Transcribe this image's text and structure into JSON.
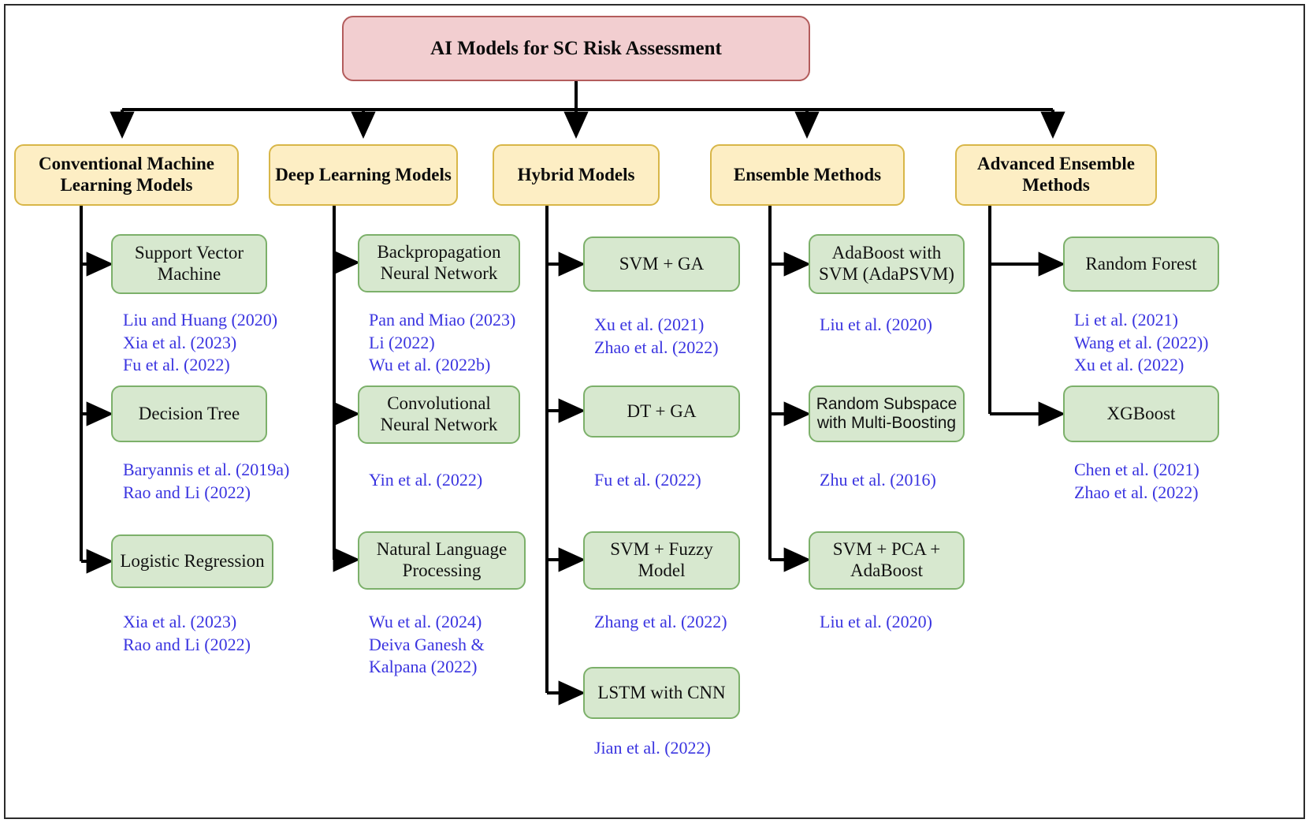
{
  "diagram": {
    "title": "AI Models for SC Risk Assessment",
    "colors": {
      "root_fill": "#f2ced0",
      "root_border": "#b35c5c",
      "category_fill": "#fdeec4",
      "category_border": "#d8b648",
      "leaf_fill": "#d7e8cf",
      "leaf_border": "#7cb06a",
      "citation_text": "#3a34e0",
      "connector": "#000000",
      "frame_border": "#2b2b2b"
    },
    "columns": [
      {
        "id": "conventional-ml",
        "category": "Conventional Machine\nLearning Models",
        "items": [
          {
            "label": "Support Vector\nMachine",
            "citations": "Liu and Huang (2020)\nXia et al. (2023)\nFu et al. (2022)"
          },
          {
            "label": "Decision Tree",
            "citations": "Baryannis et al. (2019a)\nRao and Li (2022)"
          },
          {
            "label": "Logistic Regression",
            "citations": "Xia et al. (2023)\nRao and Li (2022)"
          }
        ]
      },
      {
        "id": "deep-learning",
        "category": "Deep Learning Models",
        "items": [
          {
            "label": "Backpropagation\nNeural Network",
            "citations": "Pan and Miao (2023)\nLi (2022)\nWu et al. (2022b)"
          },
          {
            "label": "Convolutional\nNeural Network",
            "citations": "Yin et al. (2022)"
          },
          {
            "label": "Natural Language\nProcessing",
            "citations": "Wu et al. (2024)\nDeiva Ganesh &\nKalpana (2022)"
          }
        ]
      },
      {
        "id": "hybrid-models",
        "category": "Hybrid Models",
        "items": [
          {
            "label": "SVM + GA",
            "citations": "Xu et al. (2021)\nZhao et al. (2022)"
          },
          {
            "label": "DT + GA",
            "citations": "Fu et al. (2022)"
          },
          {
            "label": "SVM + Fuzzy\nModel",
            "citations": "Zhang et al. (2022)"
          },
          {
            "label": "LSTM with CNN",
            "citations": "Jian et al. (2022)"
          }
        ]
      },
      {
        "id": "ensemble-methods",
        "category": "Ensemble Methods",
        "items": [
          {
            "label": "AdaBoost with\nSVM (AdaPSVM)",
            "citations": "Liu et al. (2020)"
          },
          {
            "label": "Random Subspace\nwith Multi-Boosting",
            "citations": "Zhu et al. (2016)",
            "font": "sans"
          },
          {
            "label": "SVM + PCA +\nAdaBoost",
            "citations": "Liu et al. (2020)"
          }
        ]
      },
      {
        "id": "advanced-ensemble",
        "category": "Advanced Ensemble\nMethods",
        "items": [
          {
            "label": "Random Forest",
            "citations": "Li et al. (2021)\nWang et al. (2022))\nXu et al. (2022)"
          },
          {
            "label": "XGBoost",
            "citations": "Chen et al. (2021)\nZhao et al. (2022)"
          }
        ]
      }
    ]
  }
}
